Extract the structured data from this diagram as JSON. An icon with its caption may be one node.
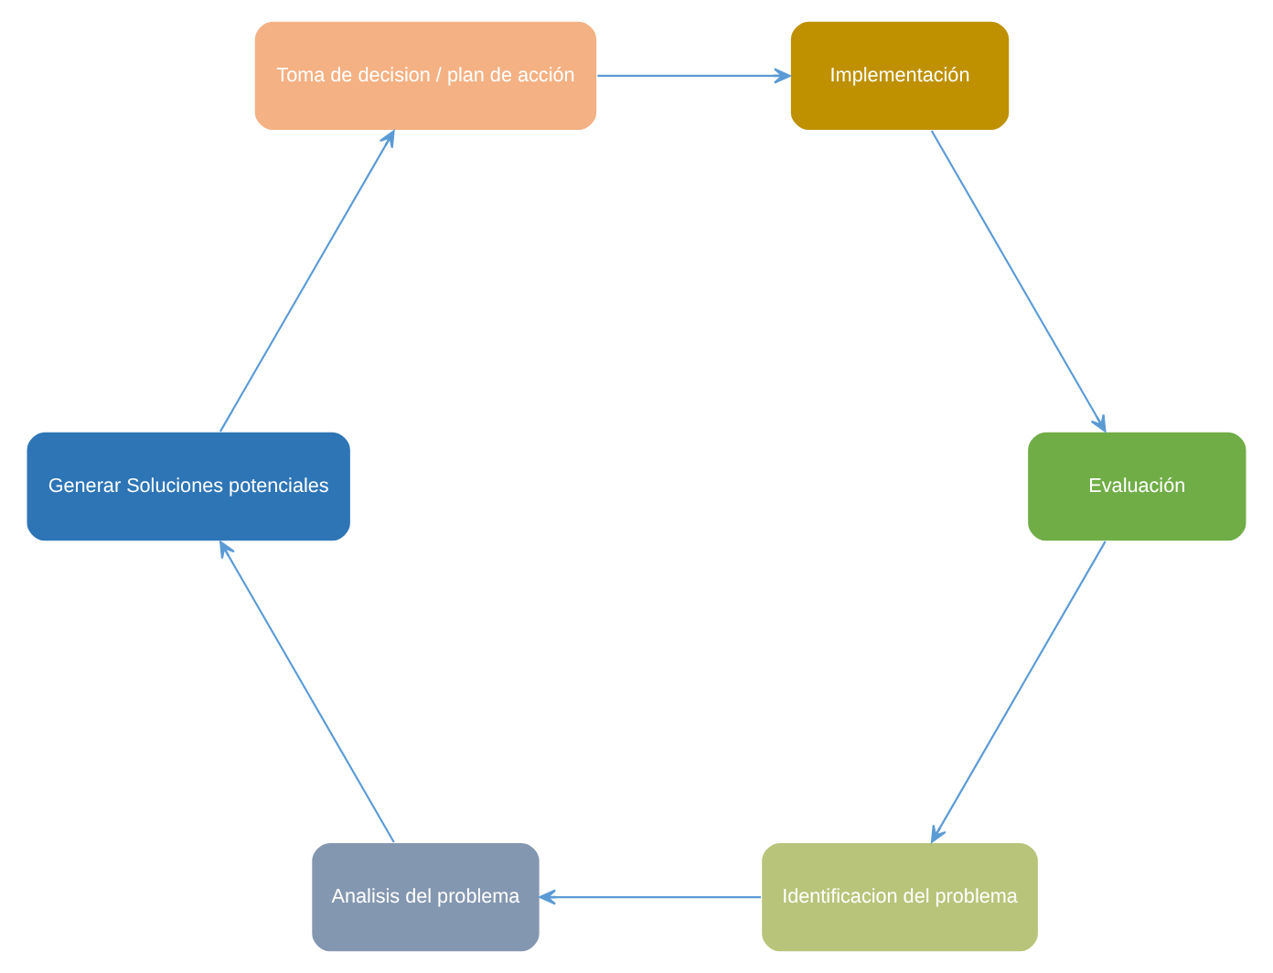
{
  "diagram": {
    "nodes": [
      {
        "text": [
          "Identificacion del problema"
        ]
      },
      {
        "text": [
          "Analisis del problema"
        ]
      },
      {
        "text": [
          "Generar Soluciones potenciales"
        ]
      },
      {
        "text": [
          "Toma de decision / plan de acción"
        ]
      },
      {
        "text": [
          "Implementación"
        ]
      },
      {
        "text": [
          "Evaluación"
        ]
      }
    ],
    "edges": [
      {
        "from": 0,
        "to": 1,
        "arrow": "to"
      },
      {
        "from": 1,
        "to": 2,
        "arrow": "to"
      },
      {
        "from": 2,
        "to": 3,
        "arrow": "to"
      },
      {
        "from": 3,
        "to": 4,
        "arrow": "to"
      },
      {
        "from": 4,
        "to": 5,
        "arrow": "to"
      },
      {
        "from": 5,
        "to": 0,
        "arrow": "to"
      }
    ]
  }
}
